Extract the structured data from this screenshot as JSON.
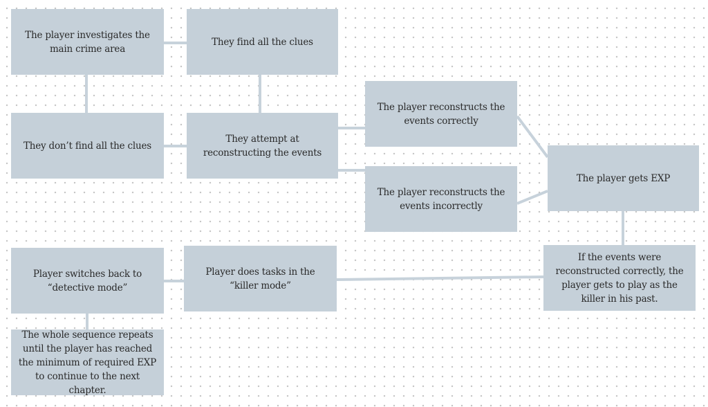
{
  "diagram": {
    "boxes": {
      "investigate": "The player investigates the main crime area",
      "find_all": "They find all the clues",
      "not_find_all": "They don’t find all the clues",
      "attempt": "They attempt at reconstructing the events",
      "correct": "The player reconstructs the events correctly",
      "incorrect": "The player reconstructs the events incorrectly",
      "exp": "The player gets EXP",
      "killer_past": "If the events were reconstructed correctly, the player gets to play as the killer in his past.",
      "killer_tasks": "Player does tasks in the “killer mode”",
      "switch_back": "Player switches back to “detective mode”",
      "repeat": "The whole sequence repeats until the player has reached the minimum of required EXP to continue to the next chapter."
    },
    "colors": {
      "box_fill": "#c5d0d9",
      "connector": "#c7d2db",
      "text": "#2a2a2a",
      "dot_grid": "#c4c4c4"
    }
  }
}
